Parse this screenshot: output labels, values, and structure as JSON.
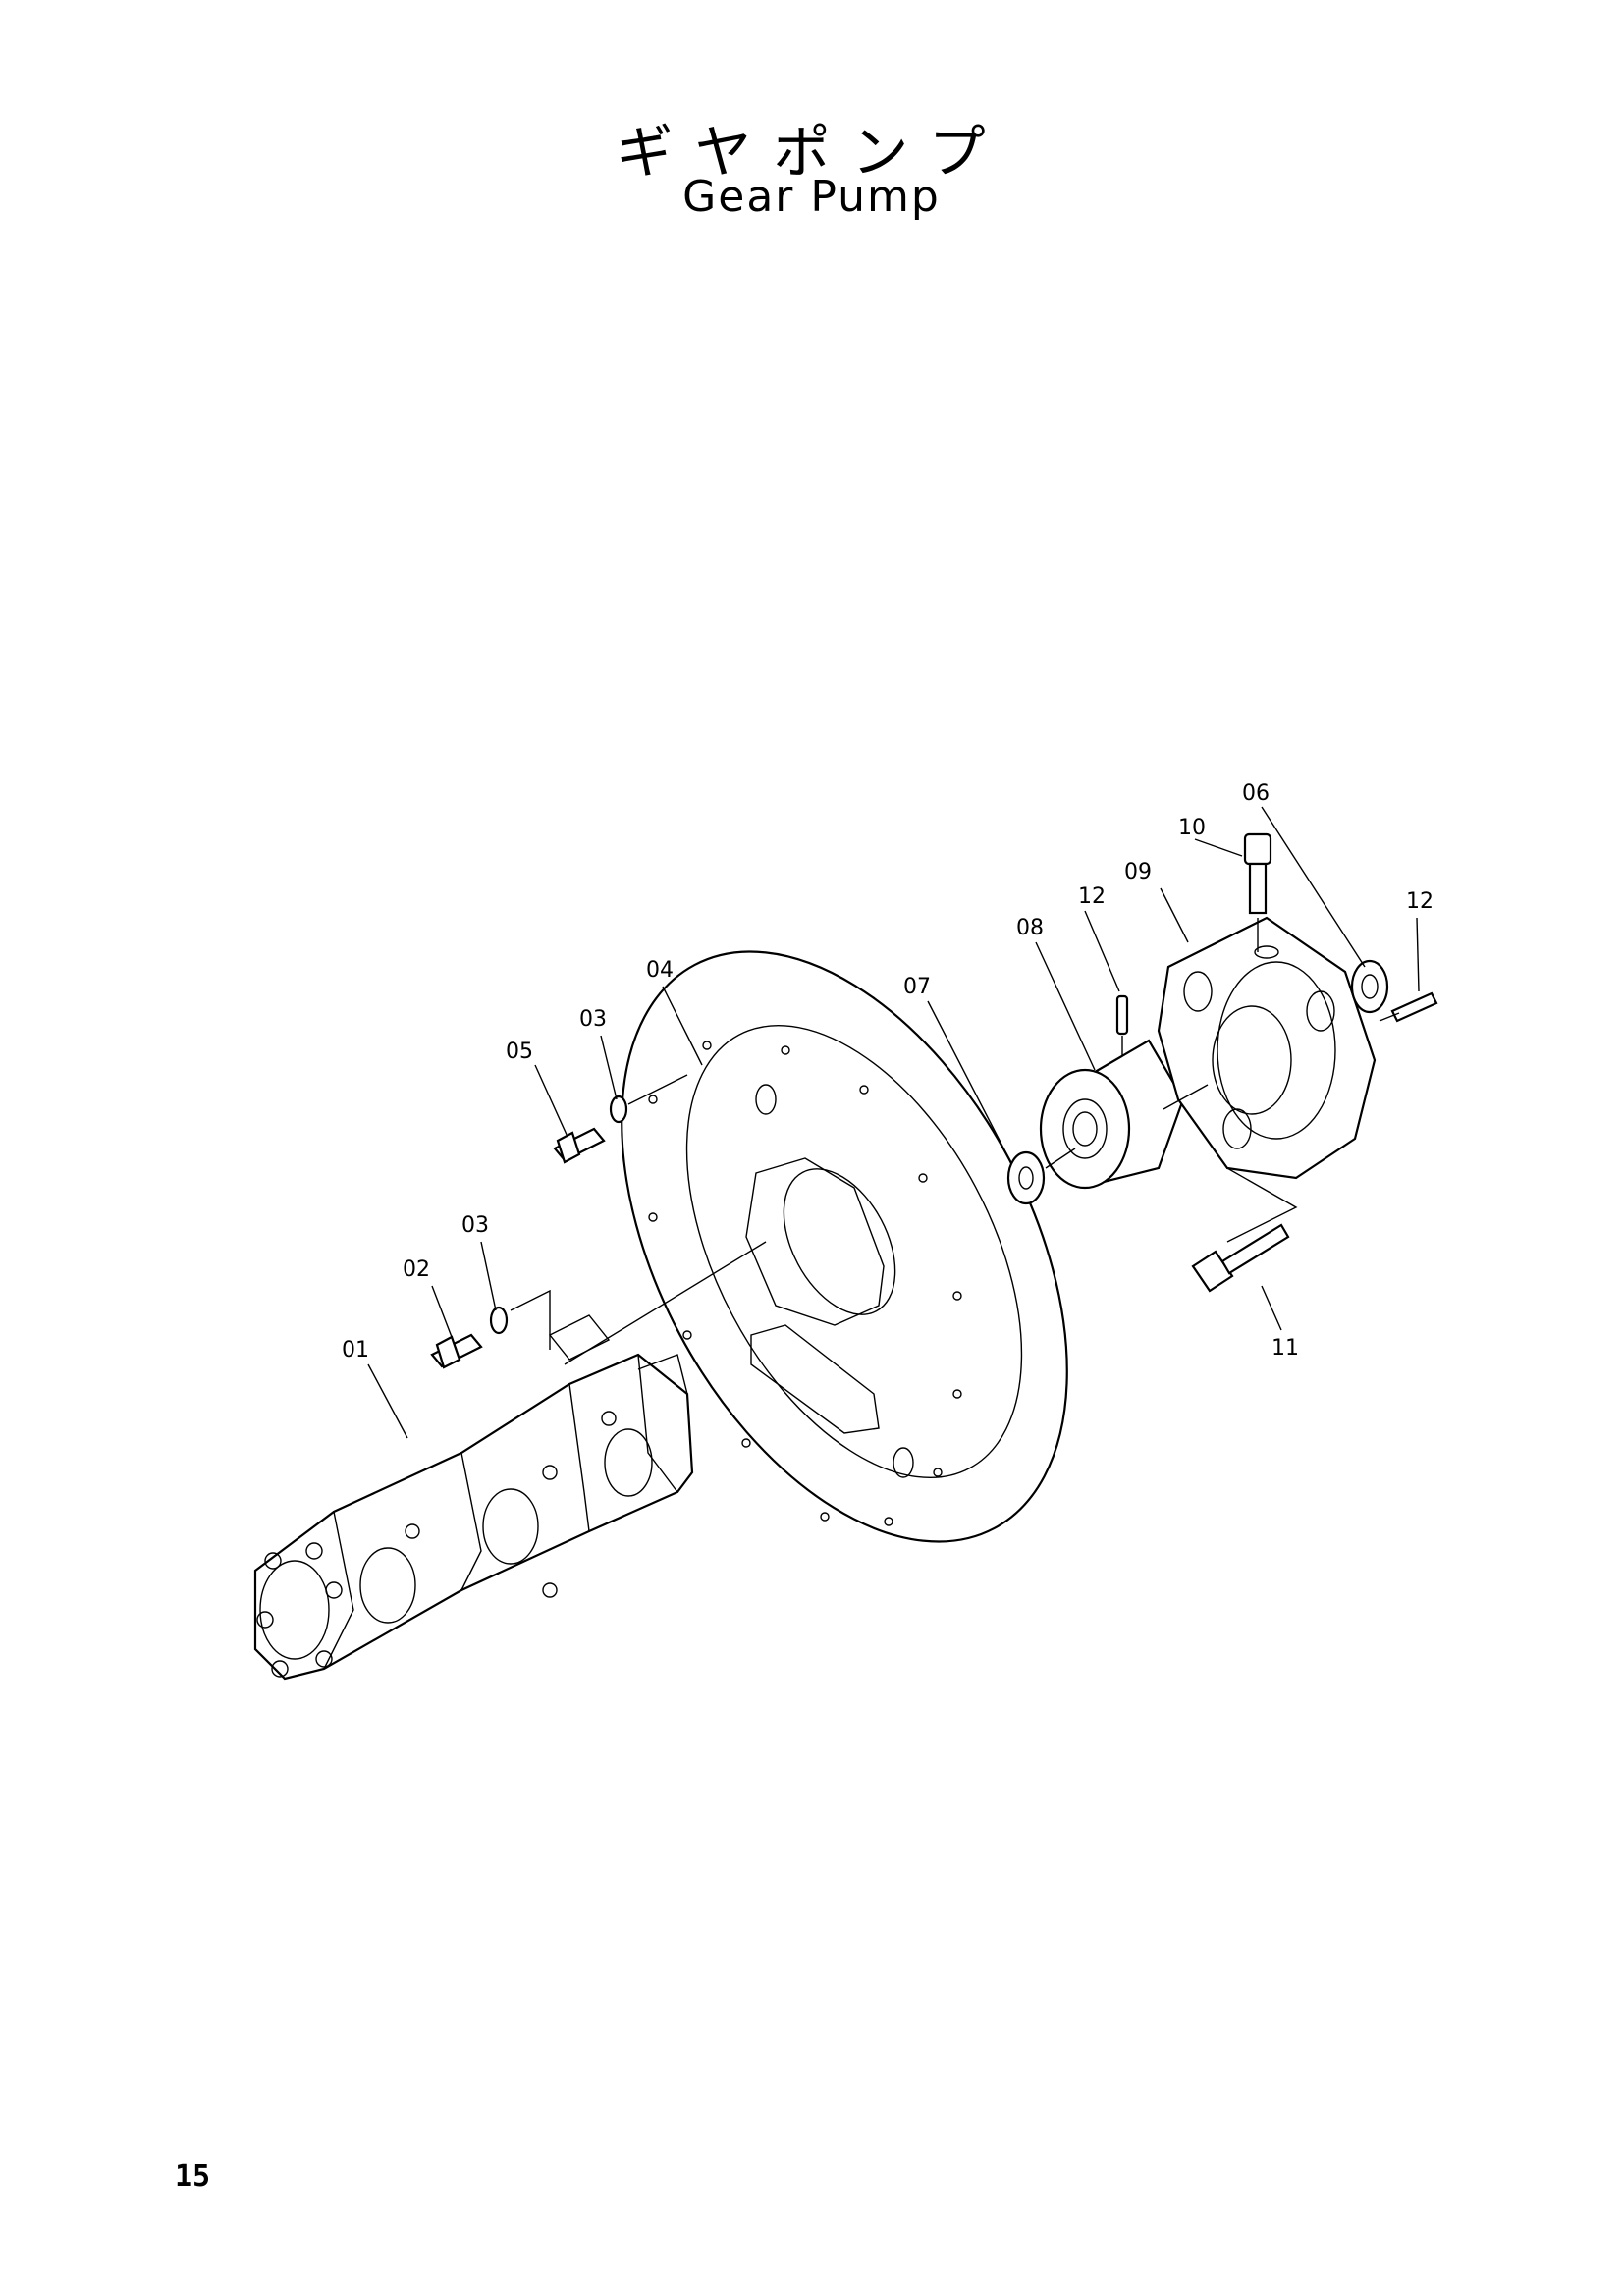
{
  "title": {
    "japanese": "ギヤポンプ",
    "english": "Gear Pump"
  },
  "page_number": "15",
  "callouts": [
    {
      "id": "01",
      "text": "01"
    },
    {
      "id": "02",
      "text": "02"
    },
    {
      "id": "03a",
      "text": "03"
    },
    {
      "id": "03b",
      "text": "03"
    },
    {
      "id": "04",
      "text": "04"
    },
    {
      "id": "05",
      "text": "05"
    },
    {
      "id": "06",
      "text": "06"
    },
    {
      "id": "07",
      "text": "07"
    },
    {
      "id": "08",
      "text": "08"
    },
    {
      "id": "09",
      "text": "09"
    },
    {
      "id": "10",
      "text": "10"
    },
    {
      "id": "11",
      "text": "11"
    },
    {
      "id": "12a",
      "text": "12"
    },
    {
      "id": "12b",
      "text": "12"
    }
  ]
}
